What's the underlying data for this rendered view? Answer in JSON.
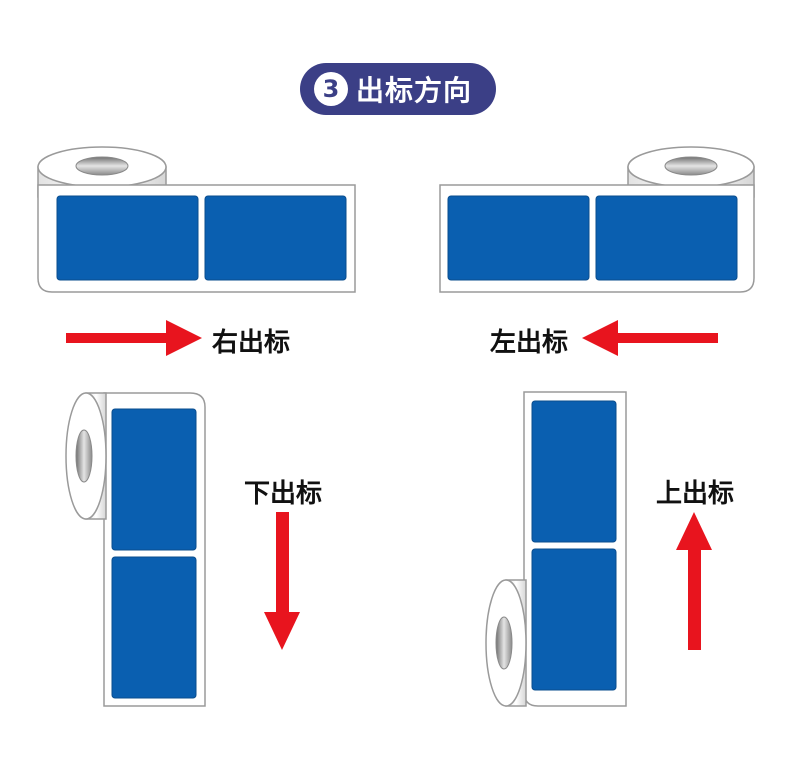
{
  "header": {
    "number": "3",
    "title": "出标方向"
  },
  "directions": {
    "right": "右出标",
    "left": "左出标",
    "down": "下出标",
    "up": "上出标"
  },
  "colors": {
    "badge": "#3b3f86",
    "label": "#0a5fb0",
    "arrow": "#e8141e",
    "backing": "#ffffff",
    "outline": "#9a9a9a"
  }
}
